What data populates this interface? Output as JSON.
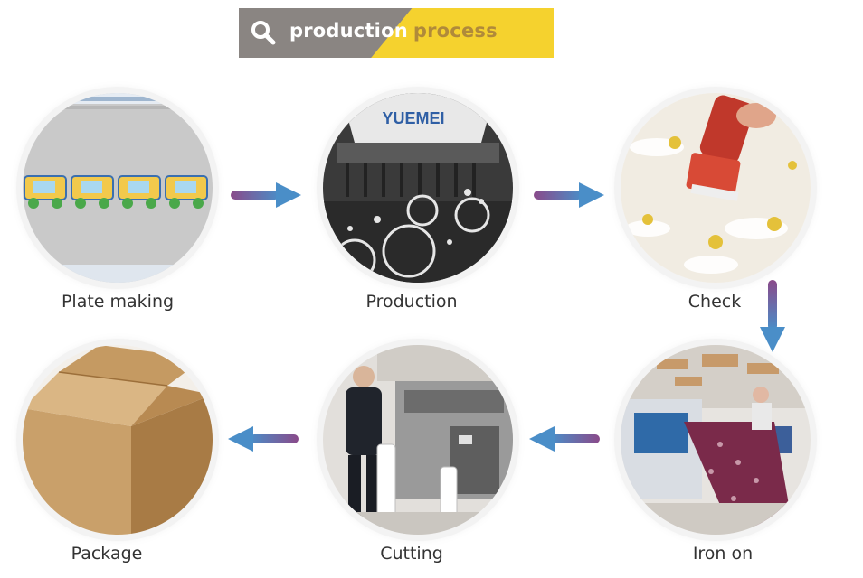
{
  "banner": {
    "word1": "production",
    "word2": "process",
    "icon": "search-icon"
  },
  "steps": [
    {
      "label": "Plate making",
      "image": "embroidery-software-screen"
    },
    {
      "label": "Production",
      "image": "yuemei-embroidery-machine",
      "machine_brand": "YUEMEI"
    },
    {
      "label": "Check",
      "image": "lint-roller-on-floral-fabric"
    },
    {
      "label": "Iron on",
      "image": "heat-press-machine"
    },
    {
      "label": "Cutting",
      "image": "laser-cutting-machine"
    },
    {
      "label": "Package",
      "image": "cardboard-box"
    }
  ],
  "arrows": {
    "gradient_start": "#8a4a8a",
    "gradient_end": "#4a8ec8"
  }
}
